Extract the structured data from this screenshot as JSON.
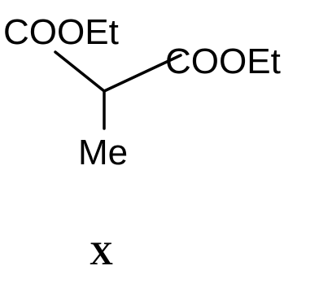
{
  "structure": {
    "substituent_top_left": "COOEt",
    "substituent_right": "COOEt",
    "substituent_bottom": "Me",
    "compound_number": "X"
  },
  "colors": {
    "ink": "#000000",
    "background": "#ffffff"
  }
}
